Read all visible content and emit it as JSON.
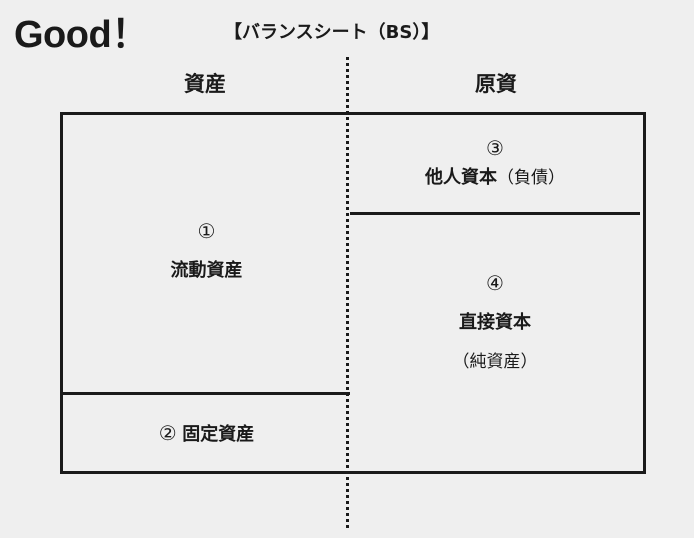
{
  "badge": "Good！",
  "title": "【バランスシート（BS）】",
  "columns": {
    "assets": "資産",
    "funding": "原資"
  },
  "cells": {
    "current_assets": {
      "number": "①",
      "label": "流動資産"
    },
    "fixed_assets": {
      "number": "②",
      "label": "固定資産"
    },
    "borrowed_capital": {
      "number": "③",
      "label": "他人資本",
      "note": "（負債）"
    },
    "equity_capital": {
      "number": "④",
      "label": "直接資本",
      "note": "（純資産）"
    }
  }
}
